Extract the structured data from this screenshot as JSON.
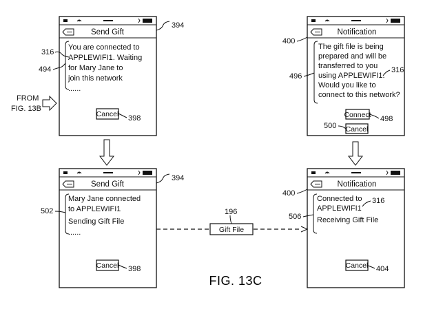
{
  "figure_label": "FIG. 13C",
  "from_label": {
    "line1": "FROM",
    "line2": "FIG. 13B"
  },
  "gift_file": {
    "label": "Gift File",
    "ref": "196"
  },
  "screens": {
    "top_left": {
      "title": "Send Gift",
      "lines": [
        "You are connected to",
        "APPLEWIFI1. Waiting",
        "for Mary Jane to",
        "join this network",
        "......"
      ],
      "button": "Cancel",
      "refs": {
        "screen": "394",
        "network": "316",
        "message": "494",
        "button": "398"
      }
    },
    "top_right": {
      "title": "Notification",
      "lines": [
        "The gift file is being",
        "prepared and will be",
        "transferred to you",
        "using APPLEWIFI1.",
        "Would you like to",
        "connect to this network?"
      ],
      "button_primary": "Connect",
      "button_secondary": "Cancel",
      "refs": {
        "screen": "400",
        "message": "496",
        "network": "316",
        "primary": "498",
        "secondary": "500"
      }
    },
    "bottom_left": {
      "title": "Send Gift",
      "lines": [
        "Mary Jane connected",
        "to APPLEWIFI1",
        "Sending Gift File",
        "......"
      ],
      "button": "Cancel",
      "refs": {
        "screen": "394",
        "message": "502",
        "button": "398"
      }
    },
    "bottom_right": {
      "title": "Notification",
      "lines": [
        "Connected to",
        "APPLEWIFI1",
        "Receiving Gift File"
      ],
      "button": "Cancel",
      "refs": {
        "screen": "400",
        "message": "506",
        "network": "316",
        "button": "404"
      }
    }
  }
}
